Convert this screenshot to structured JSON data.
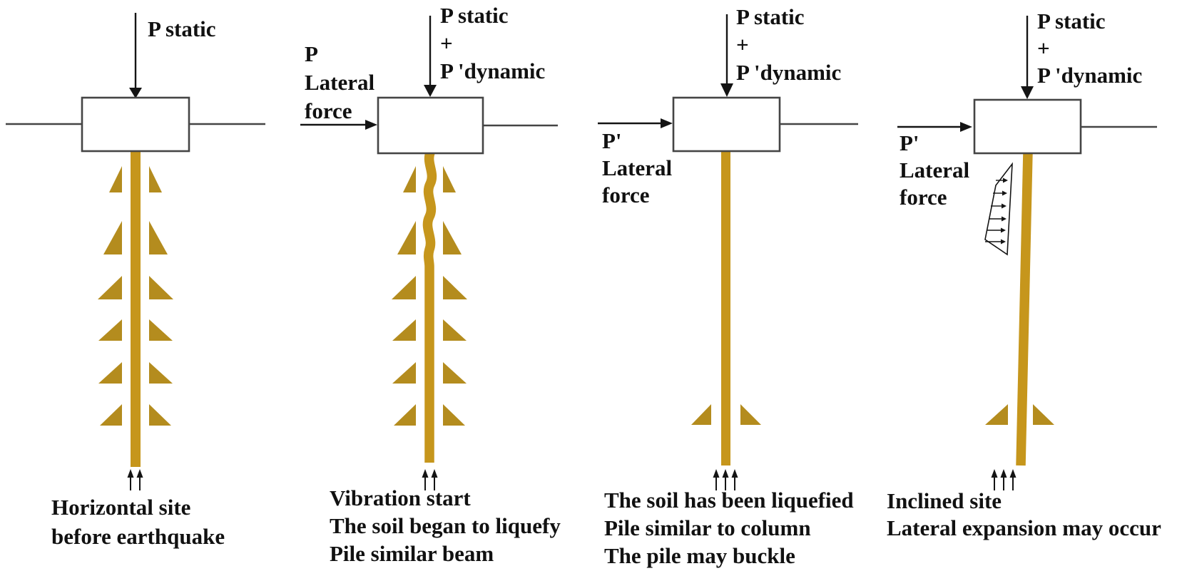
{
  "figure": {
    "type": "engineering-diagram",
    "topic_labels": {
      "pile_color": "golden pile",
      "triangle_color": "soil friction marks"
    }
  },
  "colors": {
    "background": "#ffffff",
    "pile": "#C6961C",
    "soil": "#B48C1E",
    "line": "#454545",
    "arrow": "#141414",
    "text": "#111111"
  },
  "panels": [
    {
      "name": "horizontal-site-before-earthquake",
      "axial_load_lines": [
        "P static"
      ],
      "lateral_force_lines": [],
      "caption_lines": [
        "Horizontal site",
        "before earthquake"
      ]
    },
    {
      "name": "vibration-start",
      "axial_load_lines": [
        "P static",
        "+",
        "P 'dynamic"
      ],
      "lateral_force_lines": [
        "P",
        "Lateral",
        "force"
      ],
      "caption_lines": [
        "Vibration start",
        "The soil began to liquefy",
        "Pile similar beam"
      ]
    },
    {
      "name": "soil-liquefied",
      "axial_load_lines": [
        "P static",
        "+",
        "P 'dynamic"
      ],
      "lateral_force_lines": [
        "P'",
        "Lateral",
        "force"
      ],
      "caption_lines": [
        "The soil has been liquefied",
        "Pile similar to column",
        "The pile may buckle"
      ]
    },
    {
      "name": "inclined-site",
      "axial_load_lines": [
        "P static",
        "+",
        "P 'dynamic"
      ],
      "lateral_force_lines": [
        "P'",
        "Lateral",
        "force"
      ],
      "caption_lines": [
        "Inclined site",
        "Lateral expansion may occur"
      ]
    }
  ]
}
